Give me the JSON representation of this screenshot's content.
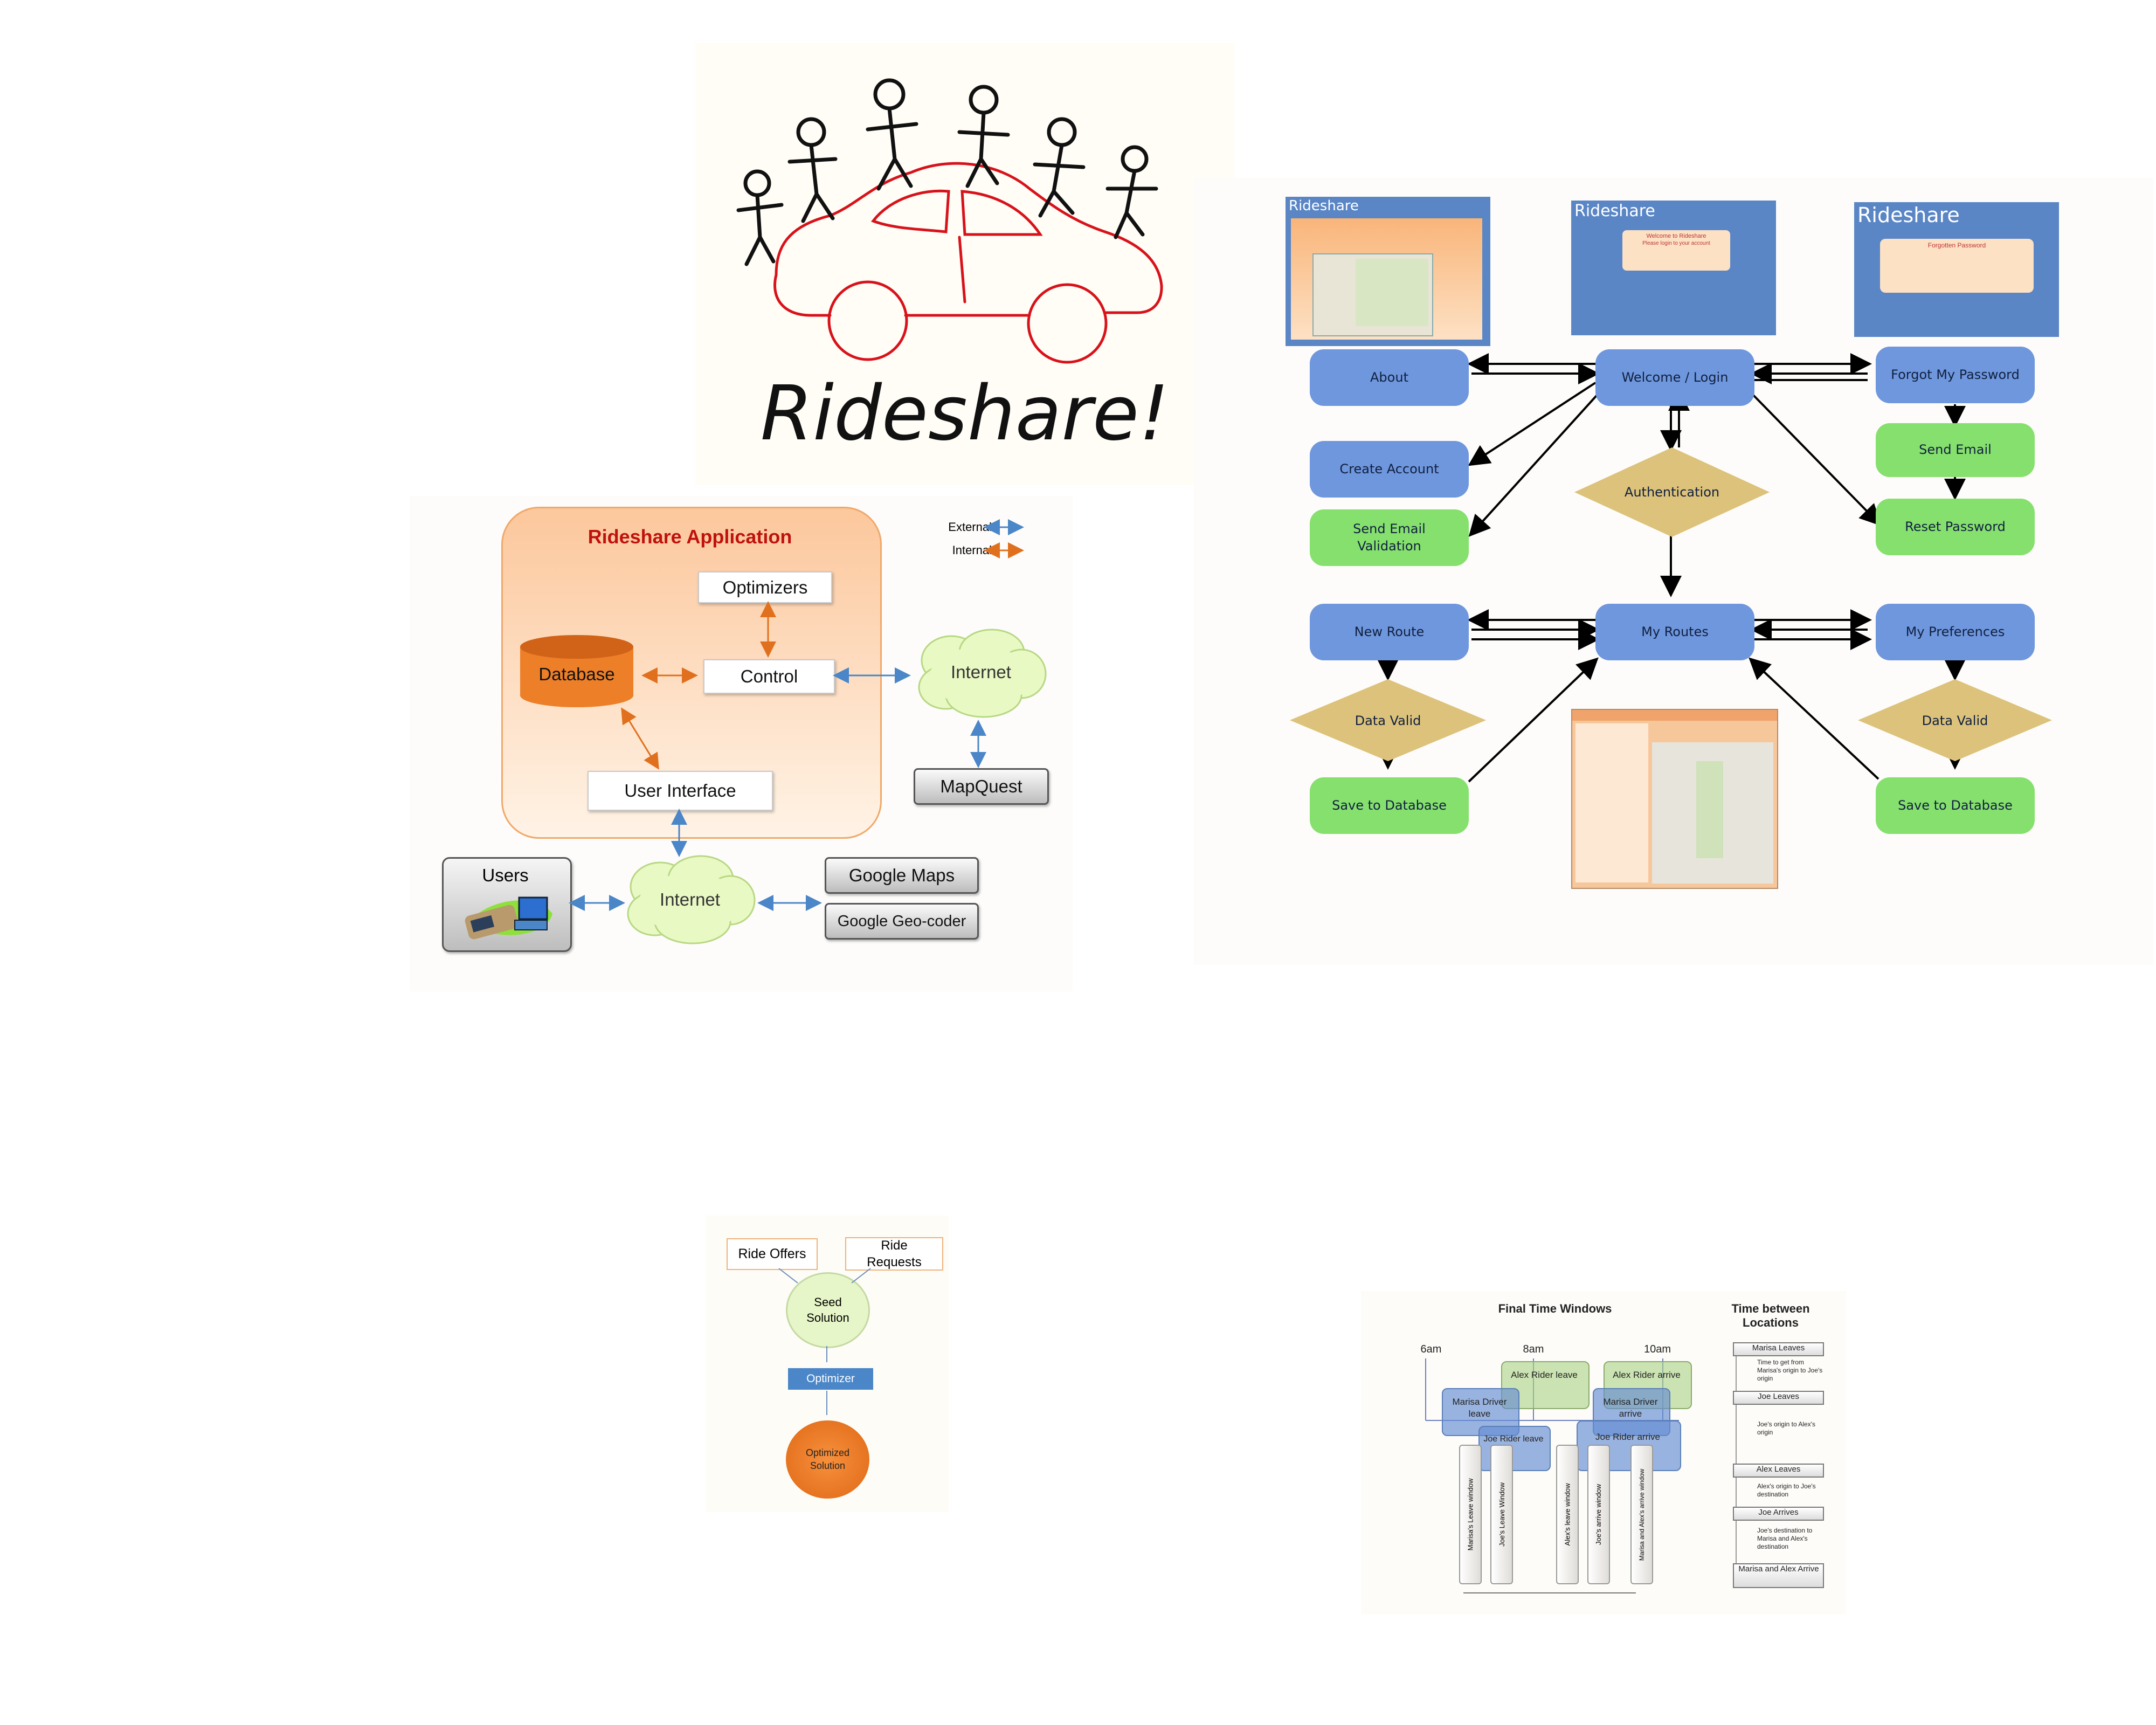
{
  "logo": {
    "text": "Rideshare!"
  },
  "architecture": {
    "title": "Rideshare Application",
    "legend": {
      "external": "External",
      "internal": "Internal"
    },
    "nodes": {
      "optimizers": "Optimizers",
      "database": "Database",
      "control": "Control",
      "internet_top": "Internet",
      "mapquest": "MapQuest",
      "user_interface": "User Interface",
      "users": "Users",
      "internet_bottom": "Internet",
      "google_maps": "Google Maps",
      "google_geocoder": "Google Geo-coder"
    },
    "colors": {
      "external": "#4a86c8",
      "internal": "#e0701e",
      "title": "#c0120c"
    }
  },
  "flow": {
    "screenshot_titles": [
      "Rideshare",
      "Rideshare",
      "Rideshare"
    ],
    "welcome_text": "Welcome to Rideshare",
    "login_text": "Please login to your account",
    "forgot_panel": "Forgotten Password",
    "nodes": {
      "about": "About",
      "welcome": "Welcome / Login",
      "forgot": "Forgot My Password",
      "create_account": "Create Account",
      "authentication": "Authentication",
      "send_email": "Send Email",
      "send_email_validation": "Send Email Validation",
      "reset_password": "Reset Password",
      "new_route": "New Route",
      "my_routes": "My Routes",
      "my_preferences": "My Preferences",
      "data_valid_left": "Data Valid",
      "data_valid_right": "Data Valid",
      "save_left": "Save to Database",
      "save_right": "Save to Database"
    },
    "colors": {
      "blue": "#6f97dd",
      "green": "#86e06d",
      "diamond": "#dcc27a"
    }
  },
  "optimizer": {
    "ride_offers": "Ride Offers",
    "ride_requests": "Ride Requests",
    "seed_solution": "Seed Solution",
    "optimizer": "Optimizer",
    "optimized_solution": "Optimized Solution"
  },
  "timewindows": {
    "title": "Final Time Windows",
    "side_title": "Time between Locations",
    "ticks": [
      "6am",
      "8am",
      "10am"
    ],
    "boxes": {
      "alex_leave": "Alex Rider leave",
      "alex_arrive": "Alex Rider arrive",
      "marisa_leave": "Marisa Driver leave",
      "marisa_arrive": "Marisa Driver arrive",
      "joe_leave": "Joe Rider leave",
      "joe_arrive": "Joe Rider arrive"
    },
    "bars": [
      "Marisa's Leave window",
      "Joe's Leave Window",
      "Alex's leave window",
      "Joe's arrive window",
      "Marisa and Alex's arrive window"
    ],
    "side_items": [
      {
        "label": "Marisa Leaves",
        "note": "Time to get from Marisa's origin to Joe's origin"
      },
      {
        "label": "Joe Leaves",
        "note": "Joe's origin to Alex's origin"
      },
      {
        "label": "Alex Leaves",
        "note": "Alex's origin to Joe's destination"
      },
      {
        "label": "Joe Arrives",
        "note": "Joe's destination to Marisa and Alex's destination"
      },
      {
        "label": "Marisa and Alex Arrive",
        "note": ""
      }
    ]
  }
}
